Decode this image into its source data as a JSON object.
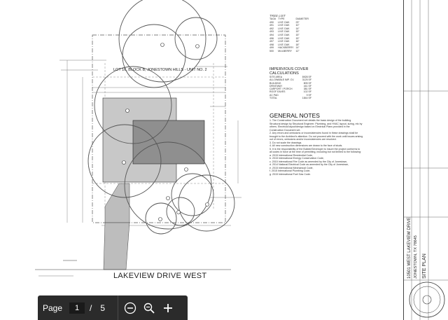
{
  "plan": {
    "lot_label": "LOT 16, BLOCK B, JONESTOWN HILLS - UNIT NO. 2",
    "street_name": "LAKEVIEW DRIVE WEST"
  },
  "tree_list": {
    "title": "TREE LIST",
    "columns": [
      "TAG#",
      "TYPE",
      "DIAMETER"
    ],
    "rows": [
      [
        "490",
        "LIVE OAK",
        "23\""
      ],
      [
        "491",
        "LIVE OAK",
        "10\""
      ],
      [
        "492",
        "LIVE OAK",
        "14\""
      ],
      [
        "493",
        "LIVE OAK",
        "15\""
      ],
      [
        "494",
        "LIVE OAK",
        "15\""
      ],
      [
        "496",
        "LIVE OAK",
        "15\""
      ],
      [
        "497",
        "LIVE OAK",
        "16\""
      ],
      [
        "498",
        "LIVE OAK",
        "18\""
      ],
      [
        "499",
        "HACKBERRY",
        "14\""
      ],
      [
        "500",
        "MULBERRY",
        "12\""
      ]
    ]
  },
  "impervious": {
    "title": "IMPERVIOUS COVER CALCULATIONS",
    "rows": [
      [
        "SITE AREA",
        "8928 SF"
      ],
      [
        "ALLOWABLE IMP. CV.",
        "3125 SF"
      ],
      [
        "BUILDING",
        "805 SF"
      ],
      [
        "DRIVEWAY",
        "441 SF"
      ],
      [
        "CARPORT / PORCH",
        "381 SF"
      ],
      [
        "ROOF EAVES",
        "102 SF"
      ],
      [
        "AC PAD",
        "9 SF"
      ],
      [
        "TOTAL",
        "1844 SF"
      ]
    ]
  },
  "general_notes": {
    "title": "GENERAL NOTES",
    "lines": [
      "1. The Construction Document set details the basic design of the building.",
      "Structural design by Structural Engineer. Plumbing, and HVAC layout, sizing, etc by",
      "others. Electrical layout/design based on Electrical Plans provided in the",
      "Construction Document set.",
      "2. Any errors and omissions or inconsistencies found in these drawings shall be",
      "brought to the Architect's attention. Do not proceed with the work until issues arising",
      "out of errors, omissions and/or inconsistencies are resolved.",
      "3. Do not scale the drawings.",
      "4. All new construction dimensions are drawn to the face of studs.",
      "5. It is the responsibility of the Builder/Developer to insure the project conforms to",
      "all codes in force at the time of permitting, including but not limited to the following:",
      "a. 2015 International Residential Code,",
      "b. 2015 International Energy Conservation Code,",
      "c. 2015 International Fire Code as amended by the City of Jonestown,",
      "d. 2014 National Electrical Code as amended by the City of Jonestown,",
      "e. 2015 International Mechanical Code,",
      "f. 2015 International Plumbing Code,",
      "g. 2015 International Fuel Gas Code."
    ]
  },
  "title_block": {
    "project_line1": "10501 WEST LAKEVIEW DRIVE",
    "project_line2": "JONESTOWN, TX 78645",
    "sheet_title": "SITE PLAN"
  },
  "toolbar": {
    "page_label": "Page",
    "current_page": "1",
    "separator": "/",
    "total_pages": "5",
    "icons": [
      "zoom-out-icon",
      "zoom-reset-icon",
      "zoom-in-icon"
    ]
  }
}
